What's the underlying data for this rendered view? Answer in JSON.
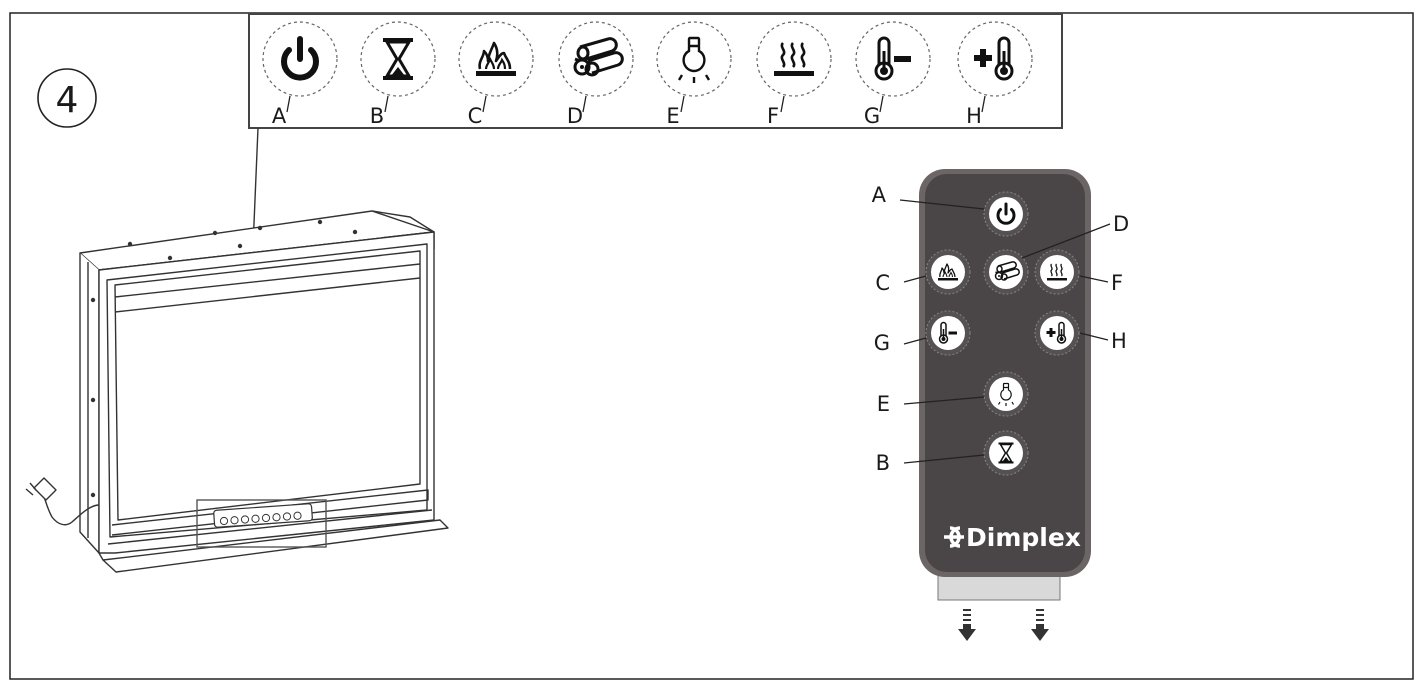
{
  "step_number": "4",
  "panel_buttons": [
    {
      "letter": "A",
      "icon": "power-icon"
    },
    {
      "letter": "B",
      "icon": "hourglass-timer-icon"
    },
    {
      "letter": "C",
      "icon": "flame-icon"
    },
    {
      "letter": "D",
      "icon": "logs-icon"
    },
    {
      "letter": "E",
      "icon": "light-bulb-icon"
    },
    {
      "letter": "F",
      "icon": "heater-icon"
    },
    {
      "letter": "G",
      "icon": "temperature-down-icon"
    },
    {
      "letter": "H",
      "icon": "temperature-up-icon"
    }
  ],
  "remote": {
    "brand": "Dimplex",
    "brand_logo_icon": "dimplex-logo-icon",
    "body_color": "#4a4546",
    "callouts": {
      "A": "A",
      "B": "B",
      "C": "C",
      "D": "D",
      "E": "E",
      "F": "F",
      "G": "G",
      "H": "H"
    }
  }
}
